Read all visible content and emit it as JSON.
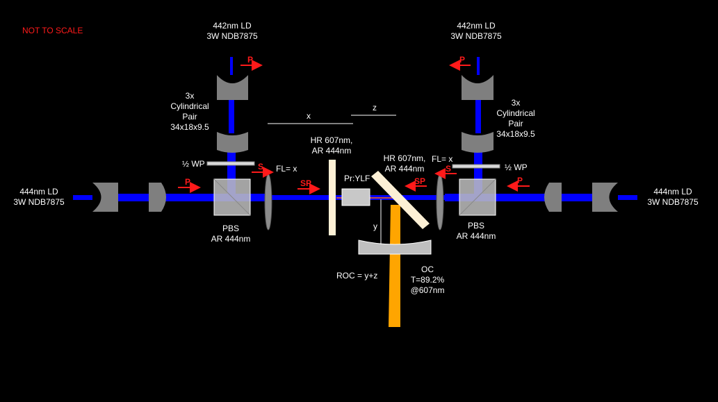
{
  "colors": {
    "background": "#000000",
    "pump_beam": "#0000ff",
    "laser_beam": "#ffa500",
    "optic_gray": "#7f7f7f",
    "mirror_cream": "#fdf0d5",
    "polarization_red": "#ff1a1a",
    "text": "#ffffff"
  },
  "note": "NOT TO SCALE",
  "labels": {
    "top_left_ld_line1": "442nm LD",
    "top_left_ld_line2": "3W NDB7875",
    "top_right_ld_line1": "442nm LD",
    "top_right_ld_line2": "3W NDB7875",
    "left_ld_line1": "444nm LD",
    "left_ld_line2": "3W NDB7875",
    "right_ld_line1": "444nm LD",
    "right_ld_line2": "3W NDB7875",
    "cyl_left_line1": "3x",
    "cyl_left_line2": "Cylindrical",
    "cyl_left_line3": "Pair",
    "cyl_left_line4": "34x18x9.5",
    "cyl_right_line1": "3x",
    "cyl_right_line2": "Cylindrical",
    "cyl_right_line3": "Pair",
    "cyl_right_line4": "34x18x9.5",
    "wp_left": "½ WP",
    "wp_right": "½ WP",
    "pbs_left_line1": "PBS",
    "pbs_left_line2": "AR 444nm",
    "pbs_right_line1": "PBS",
    "pbs_right_line2": "AR 444nm",
    "fl_left": "FL= x",
    "fl_right": "FL= x",
    "hr_flat_line1": "HR 607nm,",
    "hr_flat_line2": "AR 444nm",
    "hr_fold_line1": "HR 607nm,",
    "hr_fold_line2": "AR 444nm",
    "crystal": "Pr:YLF",
    "dim_x": "x",
    "dim_z": "z",
    "dim_y": "y",
    "roc": "ROC = y+z",
    "oc_line1": "OC",
    "oc_line2": "T=89.2%",
    "oc_line3": "@607nm"
  },
  "polarization_markers": {
    "p": "P",
    "s": "S",
    "sp": "SP"
  }
}
